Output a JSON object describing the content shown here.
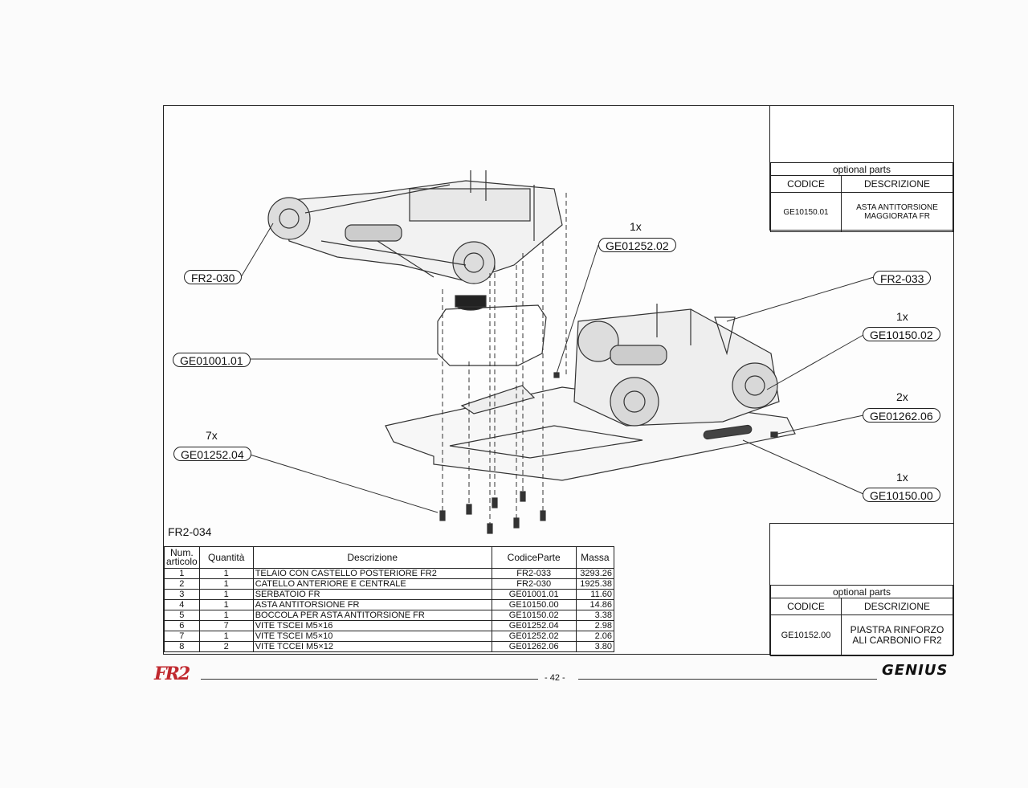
{
  "callouts": {
    "fr2_030": "FR2-030",
    "ge01252_02": "GE01252.02",
    "ge01252_02_qty": "1x",
    "fr2_033": "FR2-033",
    "ge10150_02": "GE10150.02",
    "ge10150_02_qty": "1x",
    "ge01001_01": "GE01001.01",
    "ge01262_06": "GE01262.06",
    "ge01262_06_qty": "2x",
    "ge01252_04": "GE01252.04",
    "ge01252_04_qty": "7x",
    "ge10150_00": "GE10150.00",
    "ge10150_00_qty": "1x"
  },
  "optional_top": {
    "title": "optional parts",
    "col_code": "CODICE",
    "col_desc": "DESCRIZIONE",
    "code": "GE10150.01",
    "desc_line1": "ASTA ANTITORSIONE",
    "desc_line2": "MAGGIORATA FR"
  },
  "optional_bottom": {
    "title": "optional parts",
    "col_code": "CODICE",
    "col_desc": "DESCRIZIONE",
    "code": "GE10152.00",
    "desc_line1": "PIASTRA RINFORZO",
    "desc_line2": "ALI CARBONIO FR2"
  },
  "assembly_label": "FR2-034",
  "parts_table": {
    "headers": {
      "num_line1": "Num.",
      "num_line2": "articolo",
      "qty": "Quantità",
      "desc": "Descrizione",
      "code": "CodiceParte",
      "mass": "Massa"
    },
    "rows": [
      {
        "num": "1",
        "qty": "1",
        "desc": "TELAIO CON CASTELLO POSTERIORE FR2",
        "code": "FR2-033",
        "mass": "3293.26"
      },
      {
        "num": "2",
        "qty": "1",
        "desc": "CATELLO ANTERIORE E CENTRALE",
        "code": "FR2-030",
        "mass": "1925.38"
      },
      {
        "num": "3",
        "qty": "1",
        "desc": "SERBATOIO FR",
        "code": "GE01001.01",
        "mass": "11.60"
      },
      {
        "num": "4",
        "qty": "1",
        "desc": "ASTA ANTITORSIONE FR",
        "code": "GE10150.00",
        "mass": "14.86"
      },
      {
        "num": "5",
        "qty": "1",
        "desc": "BOCCOLA PER ASTA  ANTITORSIONE FR",
        "code": "GE10150.02",
        "mass": "3.38"
      },
      {
        "num": "6",
        "qty": "7",
        "desc": "VITE TSCEI M5×16",
        "code": "GE01252.04",
        "mass": "2.98"
      },
      {
        "num": "7",
        "qty": "1",
        "desc": "VITE TSCEI M5×10",
        "code": "GE01252.02",
        "mass": "2.06"
      },
      {
        "num": "8",
        "qty": "2",
        "desc": "VITE TCCEI M5×12",
        "code": "GE01262.06",
        "mass": "3.80"
      }
    ]
  },
  "footer": {
    "page": "- 42 -",
    "brand_left": "FR2",
    "brand_right": "GENIUS"
  }
}
